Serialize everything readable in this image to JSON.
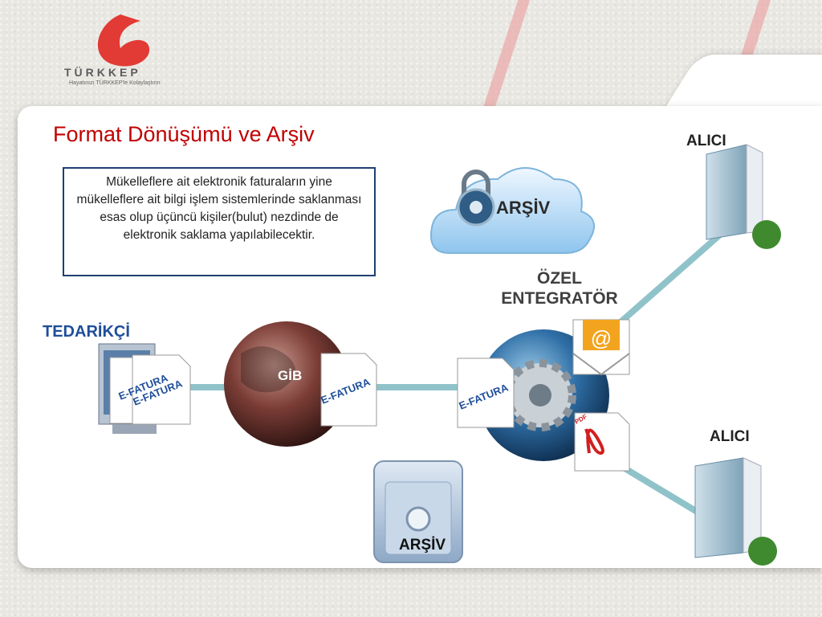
{
  "logo": {
    "brand": "TÜRKKEP",
    "tagline": "Hayatınızı TÜRKKEP'le Kolaylaştırın"
  },
  "page_title": "Format Dönüşümü ve Arşiv",
  "description": "Mükelleflere ait elektronik faturaların yine mükelleflere ait bilgi işlem sistemlerinde saklanması esas olup üçüncü kişiler(bulut) nezdinde de elektronik saklama yapılabilecektir.",
  "nodes": {
    "supplier": "TEDARİKÇİ",
    "gib": "GİB",
    "integrator_line1": "ÖZEL",
    "integrator_line2": "ENTEGRATÖR",
    "receiver_top": "ALICI",
    "receiver_bottom": "ALICI",
    "archive_cloud": "ARŞİV",
    "archive_safe": "ARŞİV"
  },
  "documents": {
    "efatura_supplier_back": "E-FATURA",
    "efatura_supplier_front": "E-FATURA",
    "efatura_gib": "E-FATURA",
    "efatura_integrator": "E-FATURA",
    "pdf_badge": "PDF"
  },
  "colors": {
    "title_red": "#c00000",
    "connector": "#8fc3c9",
    "label_blue": "#1f4e9a",
    "box_border": "#1f3f73"
  }
}
